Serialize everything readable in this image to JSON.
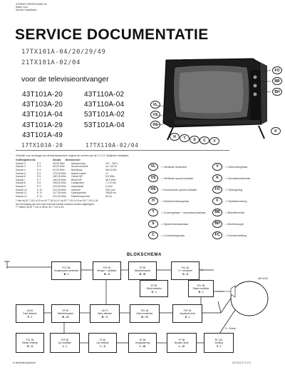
{
  "stamp": {
    "lines": [
      "STRENG VERTROUWELIJK",
      "Alleen voor",
      "Service Handelaren"
    ]
  },
  "header": {
    "title": "SERVICE DOCUMENTATIE",
    "handwritten_1": "17TX101A-04/20/29/49",
    "handwritten_2": "21TX101A-02/04",
    "subtitle": "voor de televisieontvanger"
  },
  "models": {
    "left": [
      "43T101A-20",
      "43T103A-20",
      "43T101A-04",
      "43T101A-29",
      "43T101A-49"
    ],
    "right": [
      "43T110A-02",
      "43T110A-04",
      "53T101A-02",
      "53T101A-04"
    ],
    "handwritten_left": "17TX103A-20",
    "handwritten_right": "17TX110A-02/04"
  },
  "tv_callouts": {
    "right": [
      "FO",
      "BB",
      "BH"
    ],
    "left": [
      "VL",
      "VS",
      "HS"
    ],
    "bottom": [
      "H",
      "T",
      "S",
      "C",
      "V",
      "K"
    ]
  },
  "legend": {
    "left": [
      {
        "code": "VL",
        "label": "= Vertikale lineariteit"
      },
      {
        "code": "VS",
        "label": "= Vertikale synchronisatie"
      },
      {
        "code": "HS",
        "label": "= Horizontale synchronisatie"
      },
      {
        "code": "H",
        "label": "= Helderheidsregelaar"
      },
      {
        "code": "T",
        "label": "= Toonregelaar + aan/uitschakelaar"
      },
      {
        "code": "S",
        "label": "= Systeemschakelaar"
      },
      {
        "code": "C",
        "label": "= Contrastregelaar"
      }
    ],
    "right": [
      {
        "code": "V",
        "label": "= Volumeregelaar"
      },
      {
        "code": "K",
        "label": "= Kanaalschakelaar"
      },
      {
        "code": "FO",
        "label": "= Fijnregeling"
      },
      {
        "code": "F",
        "label": "= Fijnafstemming"
      },
      {
        "code": "BB",
        "label": "= Beeldbreedte"
      },
      {
        "code": "BH",
        "label": "= Beeldhoogte"
      },
      {
        "code": "FC",
        "label": "= Focusinstelling"
      }
    ]
  },
  "specs": {
    "intro": "Geschikt voor ontvangst van de televisiezenders volgens de normen van de C.C.I.R. Belgische standaard.",
    "header_left": "Golflengtebereik",
    "header_mid": "Kanaal",
    "header_right": "Beeldzender",
    "rows": [
      [
        "Kanaal 2",
        "E 2",
        "48,25 MHz",
        "Netspanning",
        "110 - 245 V"
      ],
      [
        "Kanaal 3",
        "E 3",
        "55,25 MHz",
        "Stroomverbruik",
        "ca. 140 W"
      ],
      [
        "Kanaal 4",
        "E 4",
        "62,25 MHz",
        "Beeldbuis",
        "AW 43-80"
      ],
      [
        "Kanaal 5",
        "E 5",
        "175,25 MHz",
        "Aantal buizen",
        "17"
      ],
      [
        "Kanaal 6",
        "E 6",
        "182,25 MHz",
        "Geluid MF",
        "5,5 MHz"
      ],
      [
        "Kanaal 7",
        "E 7",
        "189,25 MHz",
        "Beeld MF",
        "38,9 MHz"
      ],
      [
        "Kanaal 8",
        "E 8",
        "196,25 MHz",
        "Luidspreker",
        "7 x 10 cm"
      ],
      [
        "Kanaal 9",
        "E 9",
        "203,25 MHz",
        "Impedantie",
        "4 ohm"
      ],
      [
        "Kanaal 10",
        "E 10",
        "210,25 MHz",
        "Antenne",
        "300 ohm"
      ],
      [
        "Kanaal 11",
        "E 11",
        "217,25 MHz",
        "Lijnfrequentie",
        "15625 Hz"
      ],
      [
        "Kanaal 12",
        "E 12",
        "224,25 MHz",
        "Rasterfrequentie",
        "50 Hz"
      ]
    ],
    "notes": [
      "* Niet bij 43 T 101 A-02 en 43 T 110 A-02; bij 43 T 101 A-04 en 53 T 101 A-04.",
      "  Na vervanging van een buis moet het toestel opnieuw worden afgeregeld.",
      "*** Alleen bij 43 T 101 A-49 en 43 T 101 A-29."
    ]
  },
  "diagram": {
    "title": "BLOKSCHEMA",
    "blocks": [
      {
        "id": "hf",
        "tube": "PCC 88",
        "name": "Hoogfrequent-versterker",
        "stage": "B - I"
      },
      {
        "id": "mix",
        "tube": "PCF 80",
        "name": "Menger + oscillator",
        "stage": "B - II"
      },
      {
        "id": "if1",
        "tube": "EF 80",
        "name": "Middenfrequent",
        "stage": "B - III"
      },
      {
        "id": "snd",
        "tube": "EF 80",
        "name": "Geluid detector",
        "stage": "G - I"
      },
      {
        "id": "af",
        "tube": "PCL 82",
        "name": "L.F. versterker",
        "stage": "G - II"
      },
      {
        "id": "if2",
        "tube": "EF 80",
        "name": "Middenfrequent",
        "stage": "B - IV"
      },
      {
        "id": "vid",
        "tube": "OA 70",
        "name": "Video detector",
        "stage": "B - V"
      },
      {
        "id": "vamp",
        "tube": "PCL 84",
        "name": "Video versterker",
        "stage": "B - VI"
      },
      {
        "id": "sync",
        "tube": "PCF 80",
        "name": "Amplitude-zeef",
        "stage": "S - I"
      },
      {
        "id": "vosc",
        "tube": "PCL 85",
        "name": "Raster oscillator",
        "stage": "R - I"
      },
      {
        "id": "hosc",
        "tube": "PCF 80",
        "name": "Lijn oscillator",
        "stage": "L - I"
      },
      {
        "id": "hout",
        "tube": "PL 36",
        "name": "Lijn eindtrap",
        "stage": "L - II"
      },
      {
        "id": "eht",
        "tube": "DY 86",
        "name": "Hoogspanning",
        "stage": "L - III"
      },
      {
        "id": "boost",
        "tube": "PY 88",
        "name": "Booster diode",
        "stage": "L - IV"
      },
      {
        "id": "psu",
        "tube": "BY 100",
        "name": "Voeding",
        "stage": "V - I"
      },
      {
        "id": "fphase",
        "tube": "OA 81",
        "name": "Fase detector",
        "stage": "F - I"
      },
      {
        "id": "vout",
        "tube": "PCL 85",
        "name": "Raster eindtrap",
        "stage": "R - II"
      }
    ],
    "crt_label": "AW 43-80",
    "speaker_label": "LS",
    "footnote": "R = Raster"
  },
  "footer": {
    "left": "In Nederland gedrukt",
    "right": "43 T101 27 1.2.3"
  }
}
